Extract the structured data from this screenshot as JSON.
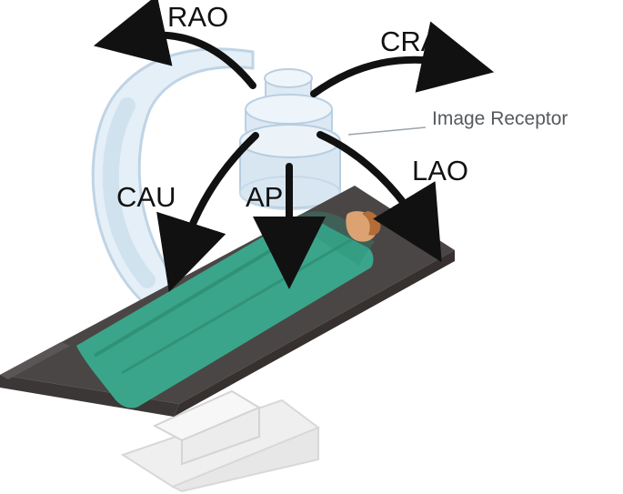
{
  "labels": {
    "rao": "RAO",
    "cra": "CRA",
    "image_receptor": "Image Receptor",
    "cau": "CAU",
    "ap": "AP",
    "lao": "LAO"
  },
  "colors": {
    "arm": "#e4eef6",
    "arm_edge": "#bcd3e6",
    "detector": "#dde9f4",
    "detector_edge": "#b9d0e3",
    "table_top": "#4a4645",
    "table_base": "#eeeeee",
    "drape": "#3aa58a",
    "drape_dark": "#2d8a72",
    "skin": "#dba273",
    "hair": "#b46d37",
    "arrow": "#111111",
    "label_text": "#111111",
    "pointer_line": "#9aa3ab"
  },
  "icons": {
    "arrows": "curved-arrow-icon"
  }
}
